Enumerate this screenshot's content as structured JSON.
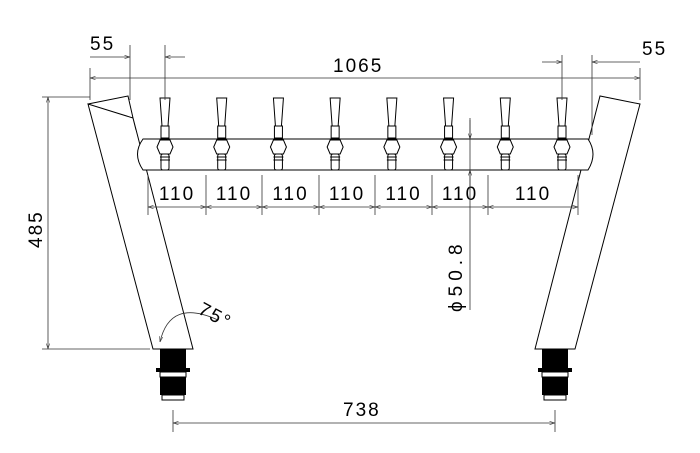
{
  "drawing": {
    "tap_count": 8,
    "dimensions": {
      "overall_width": "1065",
      "left_offset": "55",
      "right_offset": "55",
      "height": "485",
      "tap_spacing": [
        "110",
        "110",
        "110",
        "110",
        "110",
        "110",
        "110"
      ],
      "bar_diameter": "ϕ50.8",
      "leg_angle": "75°",
      "leg_spacing": "738"
    },
    "colors": {
      "line": "#000000",
      "fitting": "#000000",
      "background": "#ffffff"
    }
  }
}
